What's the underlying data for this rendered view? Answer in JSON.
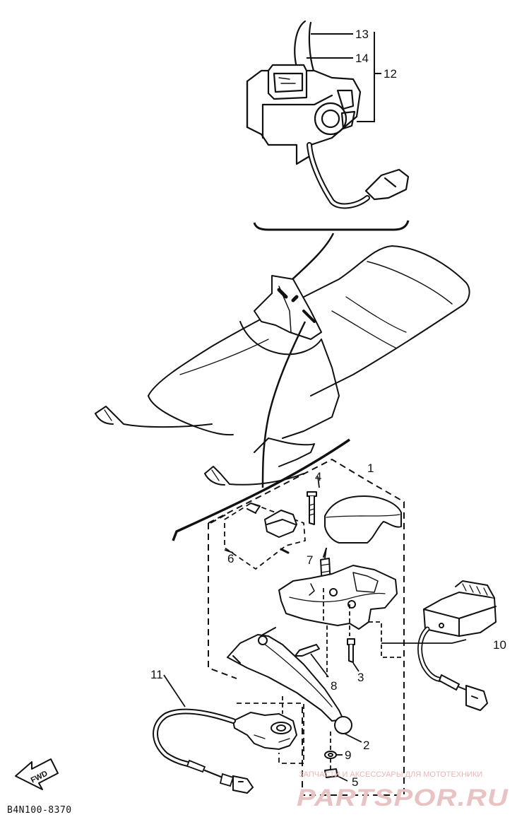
{
  "callouts": [
    {
      "id": "13",
      "text": "13"
    },
    {
      "id": "14",
      "text": "14"
    },
    {
      "id": "12",
      "text": "12"
    },
    {
      "id": "1",
      "text": "1"
    },
    {
      "id": "4",
      "text": "4"
    },
    {
      "id": "6",
      "text": "6"
    },
    {
      "id": "7",
      "text": "7"
    },
    {
      "id": "10",
      "text": "10"
    },
    {
      "id": "3",
      "text": "3"
    },
    {
      "id": "8",
      "text": "8"
    },
    {
      "id": "11",
      "text": "11"
    },
    {
      "id": "2",
      "text": "2"
    },
    {
      "id": "9",
      "text": "9"
    },
    {
      "id": "5",
      "text": "5"
    }
  ],
  "direction_label": "FWD",
  "diagram_code": "B4N100-8370",
  "watermark": {
    "tagline": "ЗАПЧАСТИ И АКСЕССУАРЫ ДЛЯ МОТОТЕХНИКИ",
    "brand": "PARTSPOR.RU"
  },
  "colors": {
    "ink": "#111111",
    "watermark": "#e9c3c3",
    "background": "#ffffff"
  }
}
